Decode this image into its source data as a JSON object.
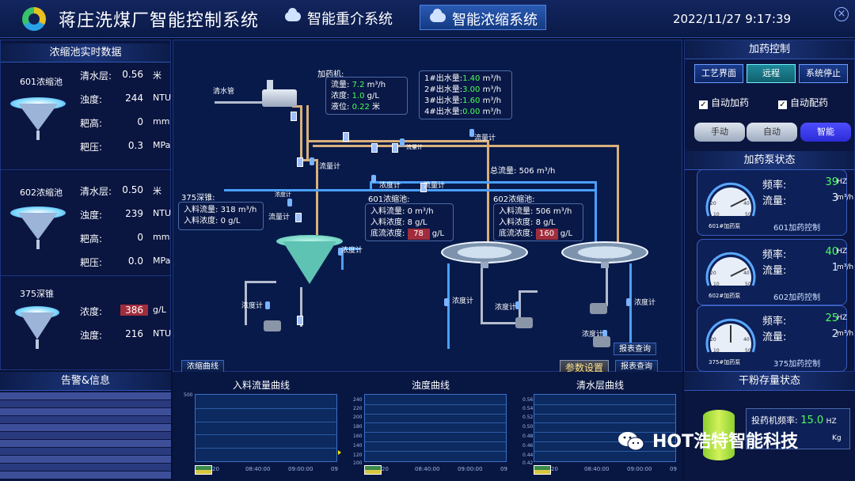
{
  "header": {
    "app_title": "蒋庄洗煤厂智能控制系统",
    "tabs": [
      {
        "label": "智能重介系统",
        "active": false
      },
      {
        "label": "智能浓缩系统",
        "active": true
      }
    ],
    "datetime": "2022/11/27  9:17:39",
    "close_icon": "×"
  },
  "left_panel": {
    "title": "浓缩池实时数据",
    "pools": [
      {
        "name": "601浓缩池",
        "rows": [
          {
            "label": "清水层:",
            "value": "0.56",
            "unit": "米"
          },
          {
            "label": "浊度:",
            "value": "244",
            "unit": "NTU"
          },
          {
            "label": "耙高:",
            "value": "0",
            "unit": "mm"
          },
          {
            "label": "耙压:",
            "value": "0.3",
            "unit": "MPa"
          }
        ]
      },
      {
        "name": "602浓缩池",
        "rows": [
          {
            "label": "清水层:",
            "value": "0.50",
            "unit": "米"
          },
          {
            "label": "浊度:",
            "value": "239",
            "unit": "NTU"
          },
          {
            "label": "耙高:",
            "value": "0",
            "unit": "mm"
          },
          {
            "label": "耙压:",
            "value": "0.0",
            "unit": "MPa"
          }
        ]
      },
      {
        "name": "375深锥",
        "rows": [
          {
            "label": "浓度:",
            "value": "386",
            "unit": "g/L",
            "alarm": true
          },
          {
            "label": "浊度:",
            "value": "216",
            "unit": "NTU"
          }
        ]
      }
    ]
  },
  "alarm_panel": {
    "title": "告警&信息"
  },
  "process": {
    "clear_water_pipe": "清水管",
    "dosing_machine": {
      "title": "加药机:",
      "rows": [
        {
          "label": "流量:",
          "value": "7.2",
          "unit": "m³/h"
        },
        {
          "label": "浓度:",
          "value": "1.0",
          "unit": "g/L"
        },
        {
          "label": "液位:",
          "value": "0.22",
          "unit": "米"
        }
      ]
    },
    "outlets": [
      {
        "label": "1#出水量:",
        "value": "1.40",
        "unit": "m³/h"
      },
      {
        "label": "2#出水量:",
        "value": "3.00",
        "unit": "m³/h"
      },
      {
        "label": "3#出水量:",
        "value": "1.60",
        "unit": "m³/h"
      },
      {
        "label": "4#出水量:",
        "value": "0.00",
        "unit": "m³/h"
      }
    ],
    "total_flow": {
      "label": "总流量:",
      "value": "506",
      "unit": "m³/h"
    },
    "flow_meter_label": "流量计",
    "conc_meter_label": "浓度计",
    "cone375": {
      "title": "375深锥:",
      "rows": [
        {
          "label": "入料流量:",
          "value": "318",
          "unit": "m³/h"
        },
        {
          "label": "入料浓度:",
          "value": "0",
          "unit": "g/L"
        }
      ]
    },
    "thick601": {
      "title": "601浓缩池:",
      "rows": [
        {
          "label": "入料流量:",
          "value": "0",
          "unit": "m³/h"
        },
        {
          "label": "入料浓度:",
          "value": "8",
          "unit": "g/L"
        },
        {
          "label": "底流浓度:",
          "value": "78",
          "unit": "g/L",
          "alarm": true
        }
      ]
    },
    "thick602": {
      "title": "602浓缩池:",
      "rows": [
        {
          "label": "入料流量:",
          "value": "506",
          "unit": "m³/h"
        },
        {
          "label": "入料浓度:",
          "value": "8",
          "unit": "g/L"
        },
        {
          "label": "底流浓度:",
          "value": "160",
          "unit": "g/L",
          "alarm": true
        }
      ]
    },
    "buttons": {
      "thick_curve": "浓缩曲线",
      "param_setting": "参数设置",
      "report_query": "报表查询"
    }
  },
  "curves": [
    {
      "title": "入料流量曲线",
      "yticks": [
        "500"
      ],
      "xticks": [
        "20",
        "08:40:00",
        "09:00:00",
        "09"
      ]
    },
    {
      "title": "浊度曲线",
      "yticks": [
        "240",
        "220",
        "200",
        "180",
        "160",
        "140",
        "120",
        "100"
      ],
      "xticks": [
        "20",
        "08:40:00",
        "09:00:00",
        "09"
      ]
    },
    {
      "title": "清水层曲线",
      "yticks": [
        "0.56",
        "0.54",
        "0.52",
        "0.50",
        "0.48",
        "0.46",
        "0.44",
        "0.42"
      ],
      "xticks": [
        "20",
        "08:40:00",
        "09:00:00",
        "09"
      ]
    }
  ],
  "right_panel": {
    "dosing_control_title": "加药控制",
    "top_buttons": [
      {
        "label": "工艺界面",
        "active": false
      },
      {
        "label": "远程",
        "active": true
      },
      {
        "label": "系统停止",
        "active": false
      }
    ],
    "checkboxes": [
      {
        "label": "自动加药",
        "checked": true
      },
      {
        "label": "自动配药",
        "checked": true
      }
    ],
    "modes": [
      {
        "label": "手动",
        "active": false
      },
      {
        "label": "自动",
        "active": false
      },
      {
        "label": "智能",
        "active": true
      }
    ],
    "pump_status_title": "加药泵状态",
    "pumps": [
      {
        "gauge_label": "601#加药泵",
        "freq_label": "频率:",
        "freq": "39",
        "freq_unit": "HZ",
        "flow_label": "流量:",
        "flow": "3",
        "flow_unit": "m³/h",
        "control": "601加药控制",
        "gauge_level": 0.78
      },
      {
        "gauge_label": "602#加药泵",
        "freq_label": "频率:",
        "freq": "40",
        "freq_unit": "HZ",
        "flow_label": "流量:",
        "flow": "1",
        "flow_unit": "m³/h",
        "control": "602加药控制",
        "gauge_level": 0.8
      },
      {
        "gauge_label": "375#加药泵",
        "freq_label": "频率:",
        "freq": "25",
        "freq_unit": "HZ",
        "flow_label": "流量:",
        "flow": "2",
        "flow_unit": "m³/h",
        "control": "375加药控制",
        "gauge_level": 0.5
      }
    ],
    "gauge_ticks": [
      "0",
      "10",
      "20",
      "30",
      "40",
      "50"
    ]
  },
  "powder_panel": {
    "title": "干粉存量状态",
    "rows": [
      {
        "label": "投药机频率:",
        "value": "15.0",
        "unit": "HZ"
      },
      {
        "label": "",
        "value": "",
        "unit": "Kg"
      }
    ]
  },
  "watermark": "HOT浩特智能科技",
  "colors": {
    "green_value": "#4dff5a",
    "alarm_bg": "#a12d3c",
    "active_mode": "#3a3aee"
  }
}
